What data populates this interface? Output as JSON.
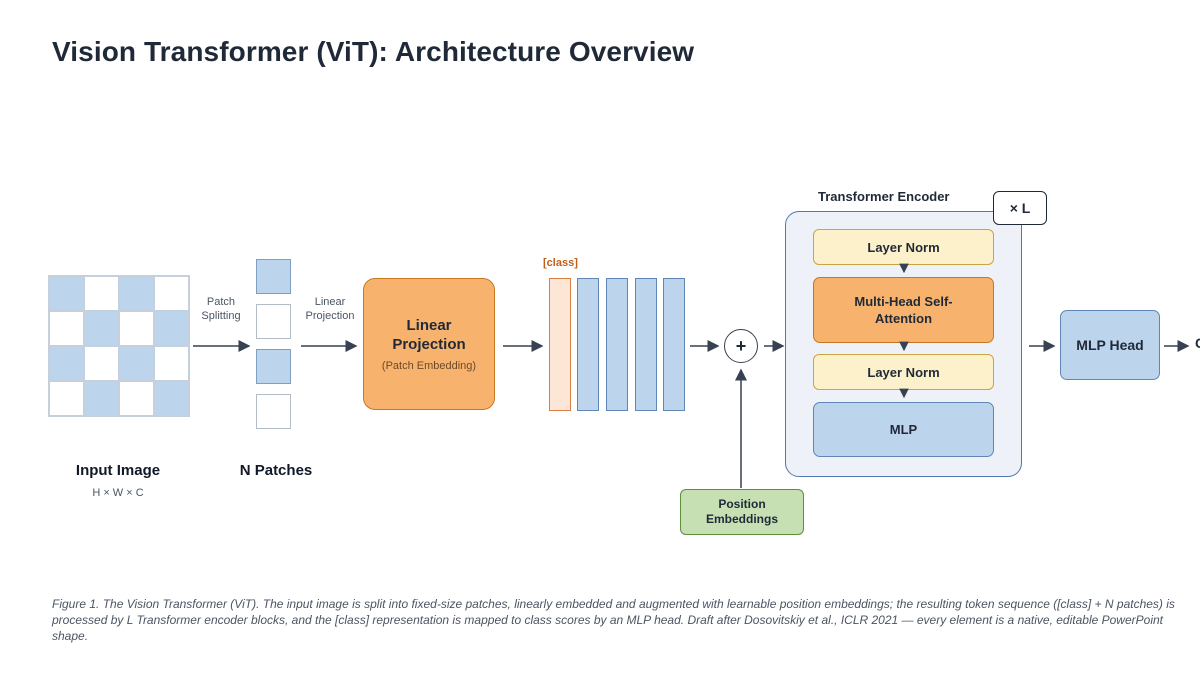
{
  "title": "Vision Transformer (ViT): Architecture Overview",
  "input_image": {
    "label": "Input Image",
    "sublabel": "H × W × C",
    "cells": [
      "b",
      "w",
      "b",
      "w",
      "w",
      "b",
      "w",
      "b",
      "b",
      "w",
      "b",
      "w",
      "w",
      "b",
      "w",
      "b"
    ]
  },
  "arrow_labels": {
    "patch_splitting": "Patch Splitting",
    "linear_projection": "Linear Projection"
  },
  "patches": {
    "label": "N Patches",
    "items": [
      "b",
      "w",
      "b",
      "w"
    ]
  },
  "projection": {
    "title": "Linear Projection",
    "subtitle": "(Patch Embedding)"
  },
  "tokens": {
    "class_label": "[class]",
    "count": 5
  },
  "plus_symbol": "+",
  "position_embeddings": "Position Embeddings",
  "encoder": {
    "title": "Transformer Encoder",
    "repeat": "× L",
    "blocks": [
      "Layer Norm",
      "Multi-Head Self-Attention",
      "Layer Norm",
      "MLP"
    ]
  },
  "mlp_head": "MLP Head",
  "output_text": "C",
  "caption": "Figure 1.  The Vision Transformer (ViT). The input image is split into fixed-size patches, linearly embedded and augmented with learnable position embeddings; the resulting token sequence ([class] + N patches) is processed by L Transformer encoder blocks, and the [class] representation is mapped to class scores by an MLP head.  Draft after Dosovitskiy et al., ICLR 2021 — every element is a native, editable PowerPoint shape.",
  "colors": {
    "blue_fill": "#bcd5ed",
    "orange_fill": "#f7b36d",
    "yellow_fill": "#fdf1cc",
    "green_fill": "#c6e0b4",
    "class_token_fill": "#fde6d6",
    "encoder_border": "#4f79b3"
  }
}
